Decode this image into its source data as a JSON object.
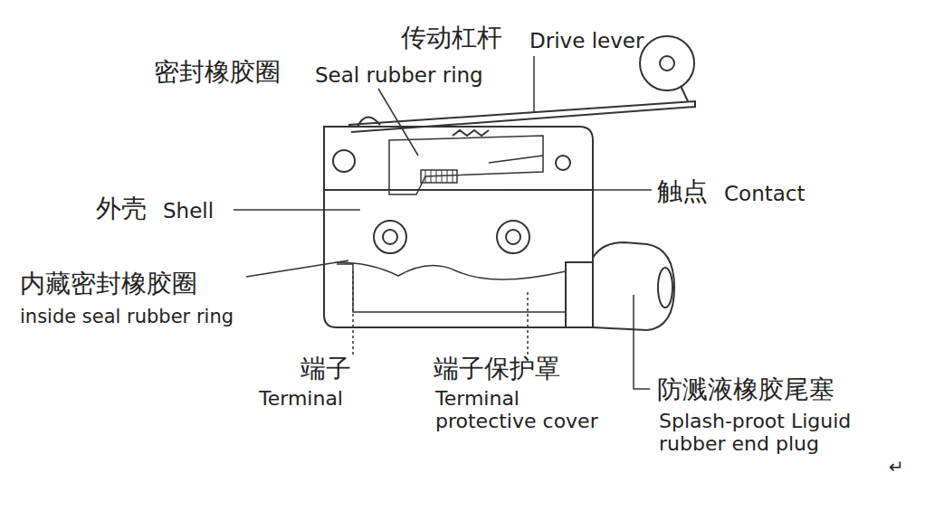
{
  "diagram": {
    "labels": [
      "传动杠杆",
      "Drive lever",
      "密封橡胶圈",
      "Seal rubber ring",
      "外壳",
      "Shell",
      "触点",
      "Contact",
      "内藏密封橡胶圈",
      "inside seal rubber ring",
      "端子",
      "Terminal",
      "端子保护罩",
      "Terminal protective cover",
      "防溅液橡胶尾塞",
      "Splash-proot Liguid rubber end plug",
      "↵"
    ]
  }
}
